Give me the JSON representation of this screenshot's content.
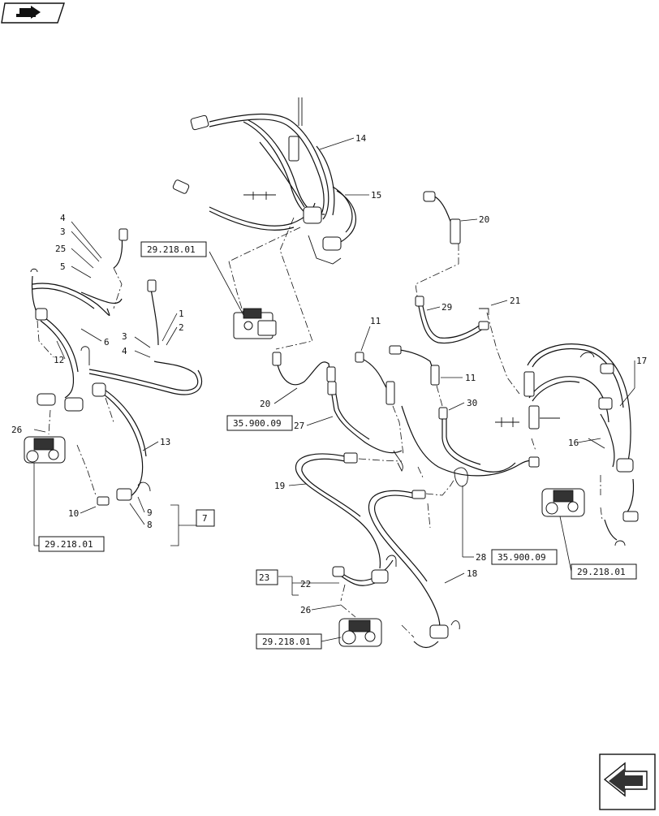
{
  "callouts": {
    "c1": "1",
    "c2": "2",
    "c3a": "3",
    "c3b": "3",
    "c4a": "4",
    "c4b": "4",
    "c5": "5",
    "c6": "6",
    "c7": "7",
    "c8": "8",
    "c9": "9",
    "c10": "10",
    "c11a": "11",
    "c11b": "11",
    "c12": "12",
    "c13": "13",
    "c14": "14",
    "c15": "15",
    "c16": "16",
    "c17": "17",
    "c18": "18",
    "c19": "19",
    "c20a": "20",
    "c20b": "20",
    "c21": "21",
    "c22": "22",
    "c23": "23",
    "c25": "25",
    "c26a": "26",
    "c26b": "26",
    "c27": "27",
    "c28": "28",
    "c29": "29",
    "c30": "30"
  },
  "references": {
    "r1": "29.218.01",
    "r2": "35.900.09",
    "r3": "29.218.01",
    "r4": "35.900.09",
    "r5": "29.218.01",
    "r6": "29.218.01"
  },
  "icons": {
    "top_left": "book-arrow-icon",
    "bottom_right": "next-page-arrow-icon"
  }
}
